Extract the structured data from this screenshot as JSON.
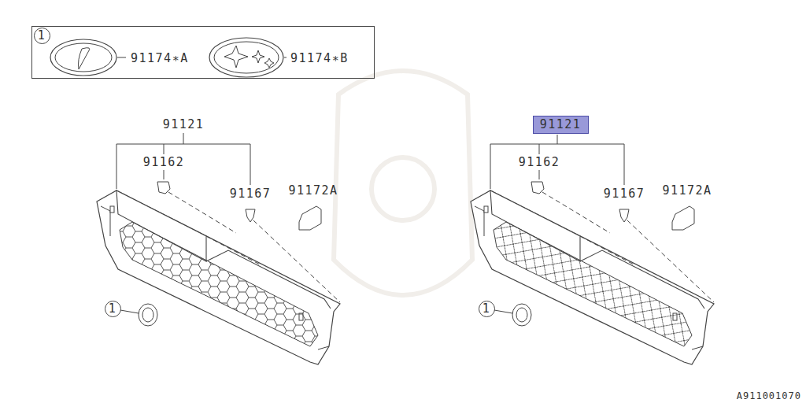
{
  "diagram": {
    "nodes": [
      {
        "text": [
          "91174∗A",
          "91174∗B"
        ]
      },
      {
        "text": [
          "1"
        ],
        "in": 0
      },
      {
        "text": [
          "1"
        ]
      },
      {
        "text": [
          "91121"
        ]
      },
      {
        "text": [
          "1"
        ]
      }
    ],
    "labels": [
      "91121",
      "91162",
      "91167",
      "91172A",
      "91162",
      "91167",
      "91172A",
      "A911001070"
    ]
  }
}
